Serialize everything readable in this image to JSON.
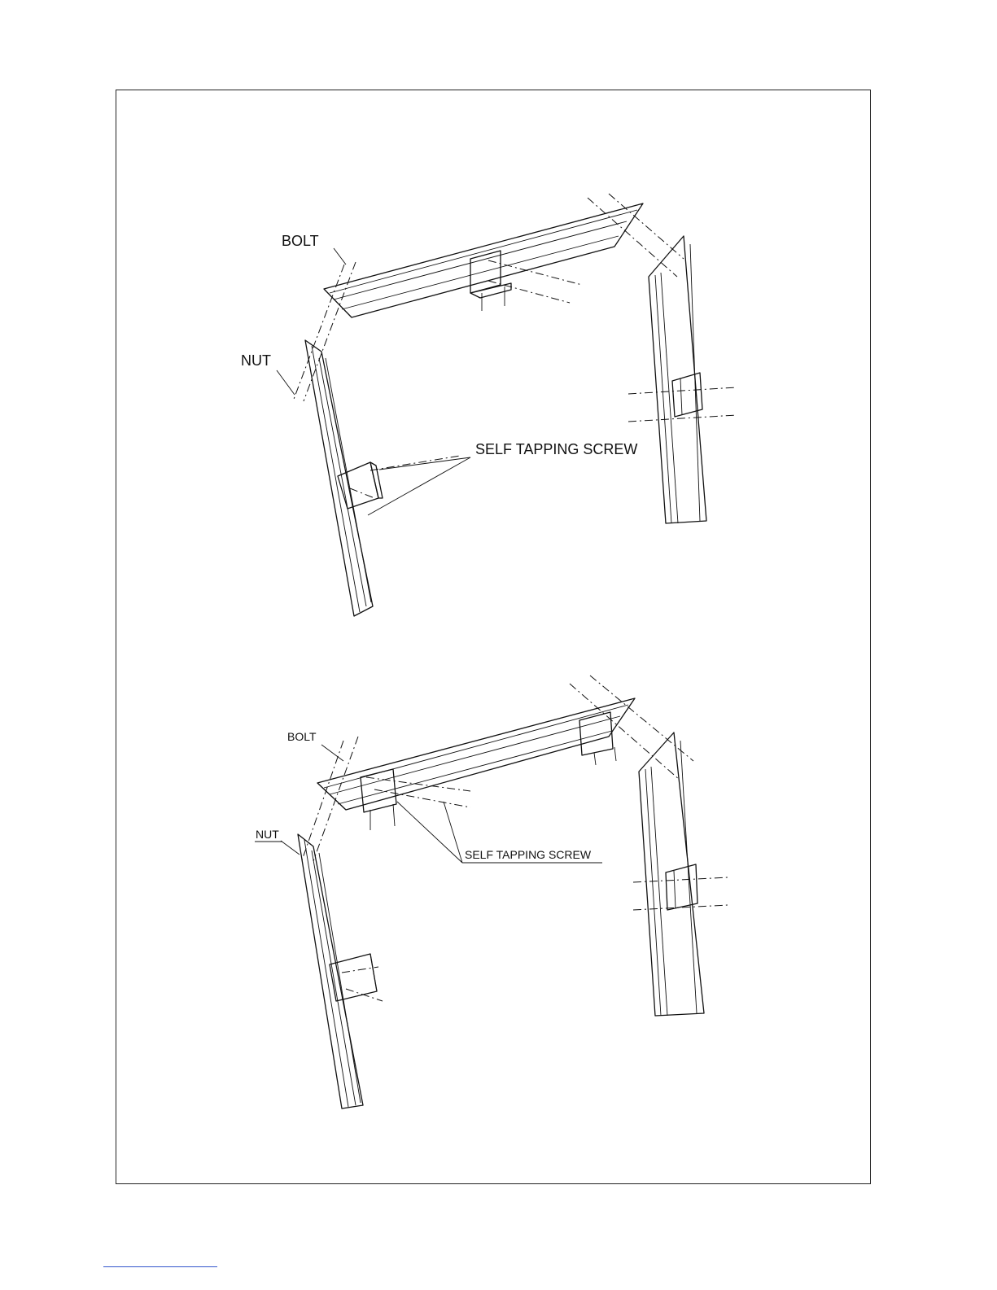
{
  "colors": {
    "ink": "#111111",
    "footer_rule": "#3355cc"
  },
  "upper_view": {
    "labels": {
      "bolt": "BOLT",
      "nut": "NUT",
      "self_tapping_screw": "SELF TAPPING SCREW"
    }
  },
  "lower_view": {
    "labels": {
      "bolt": "BOLT",
      "nut": "NUT",
      "self_tapping_screw": "SELF TAPPING SCREW"
    }
  }
}
